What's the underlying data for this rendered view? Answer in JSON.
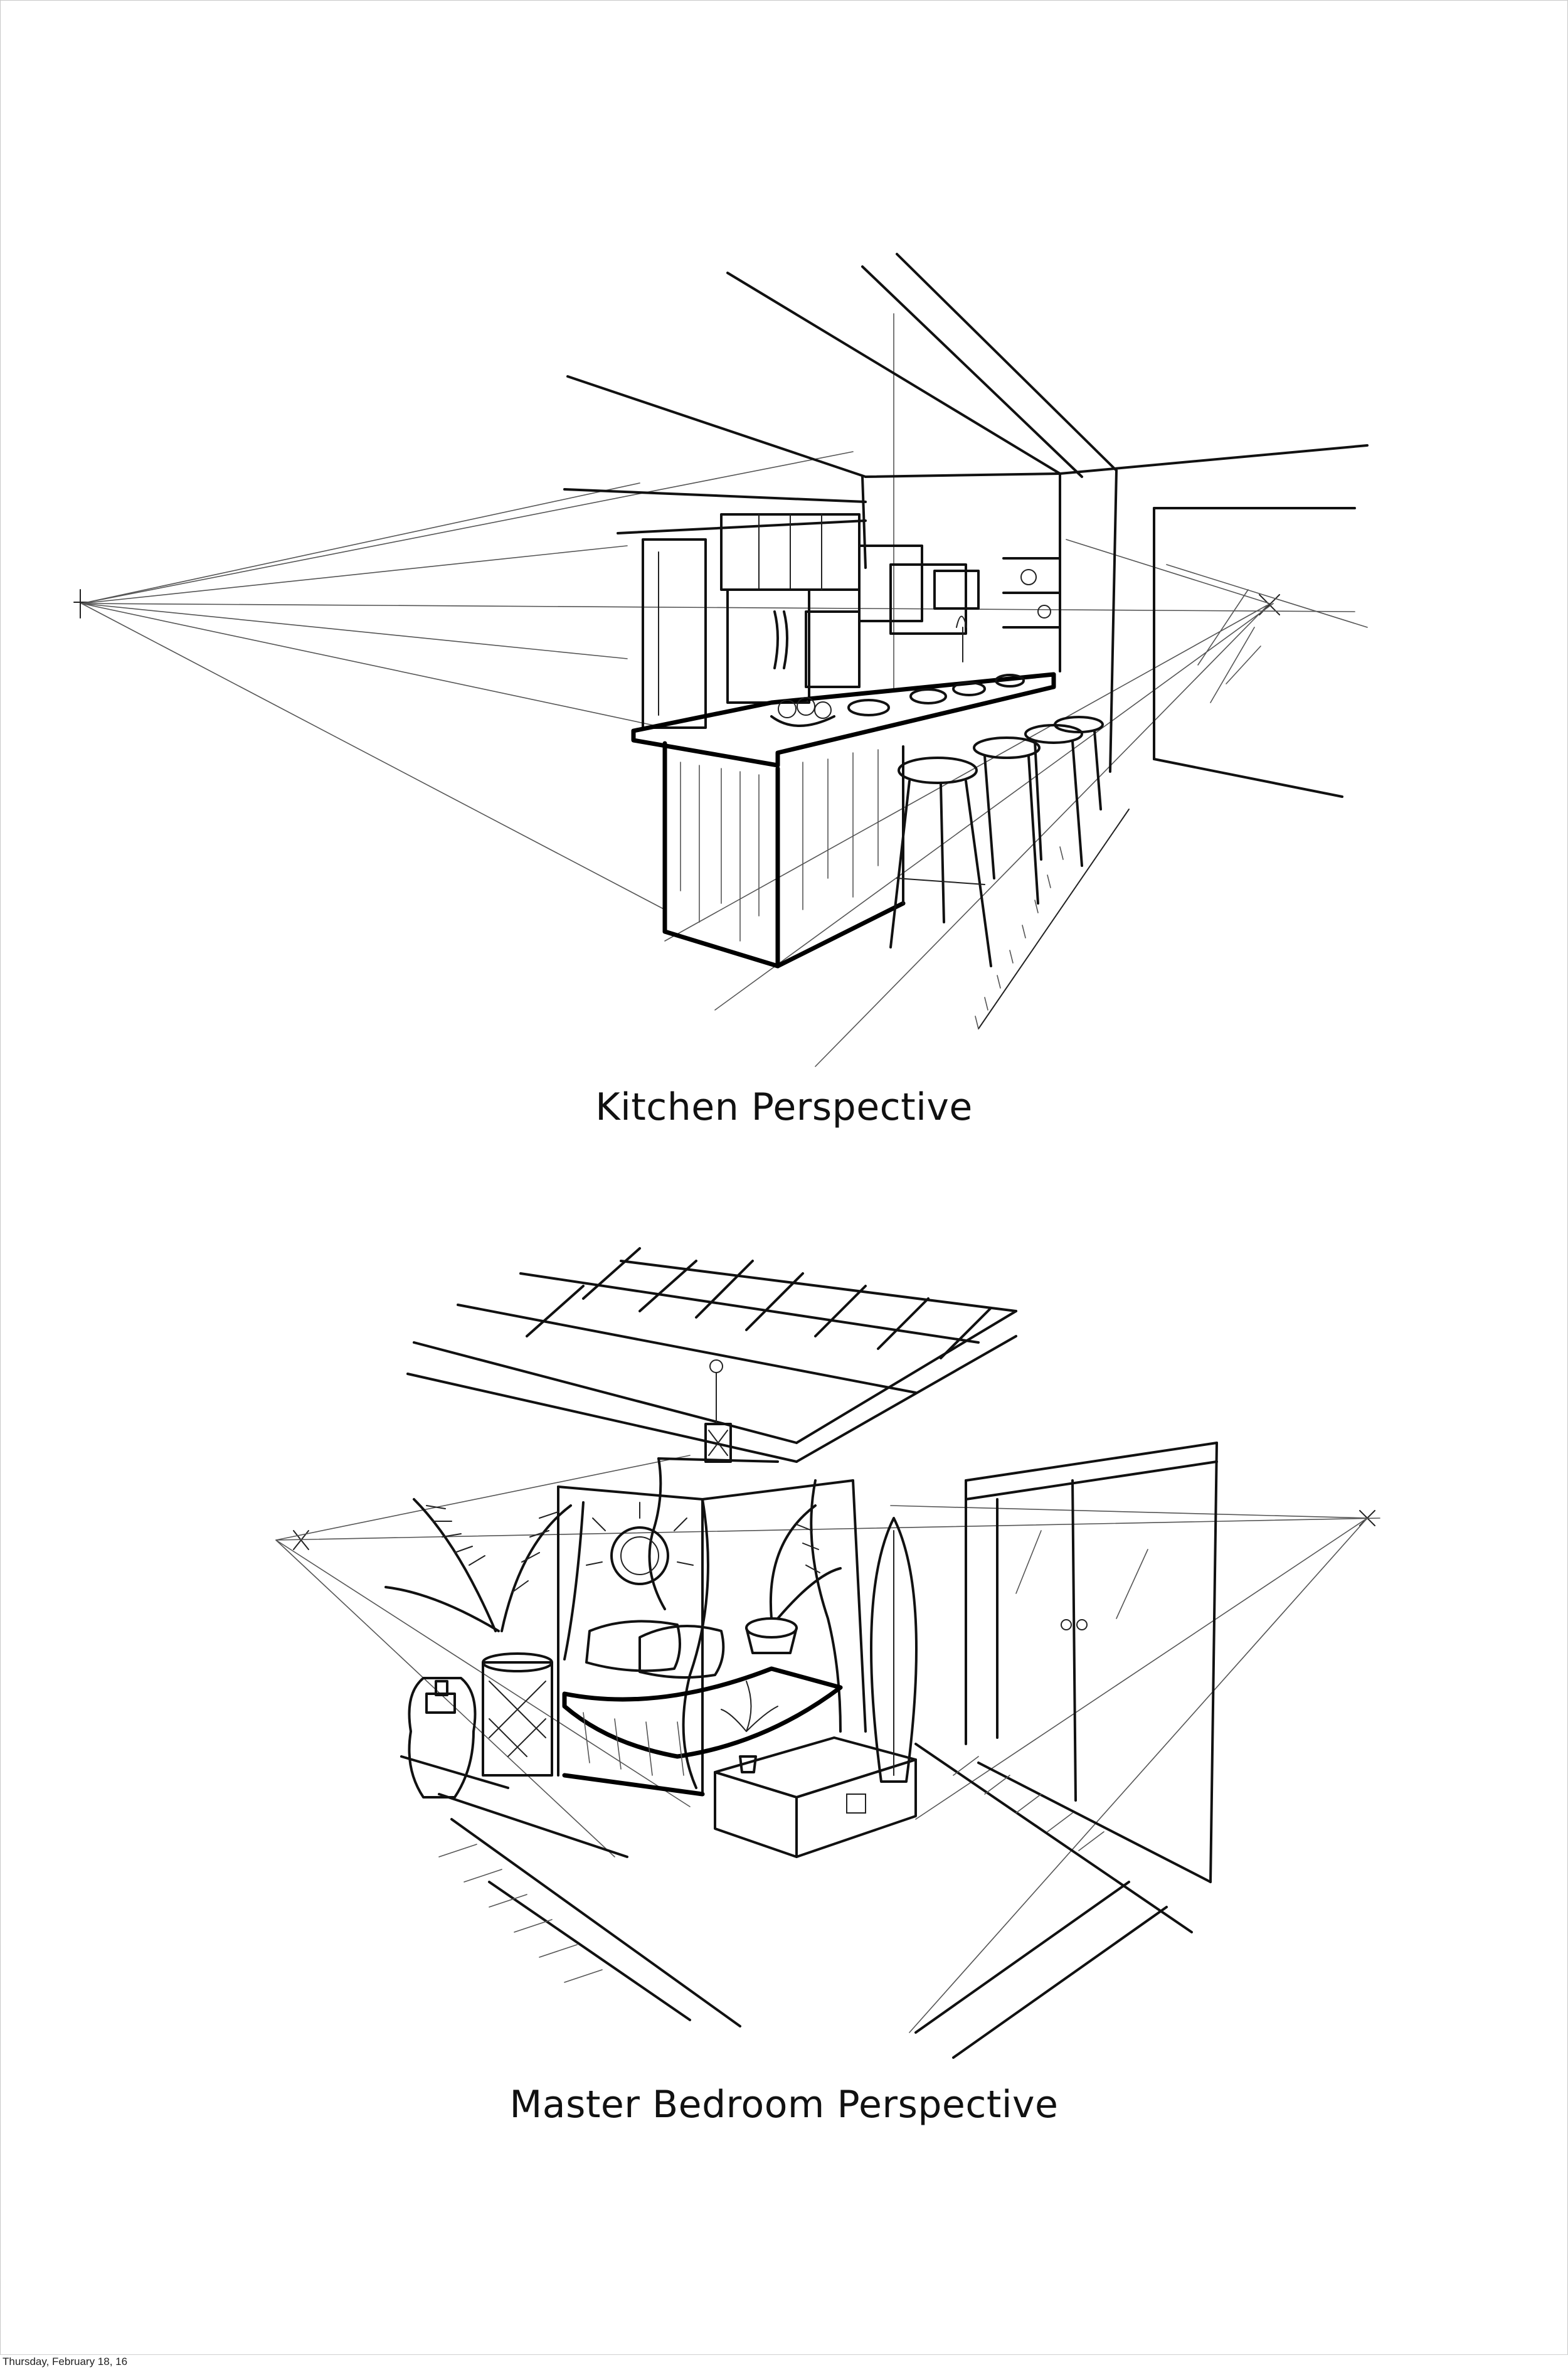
{
  "drawings": [
    {
      "name": "kitchen-sketch",
      "caption": "Kitchen Perspective"
    },
    {
      "name": "bedroom-sketch",
      "caption": "Master Bedroom Perspective"
    }
  ],
  "footer": {
    "date": "Thursday, February 18, 16"
  },
  "colors": {
    "background": "#ffffff",
    "ink": "#111111"
  }
}
